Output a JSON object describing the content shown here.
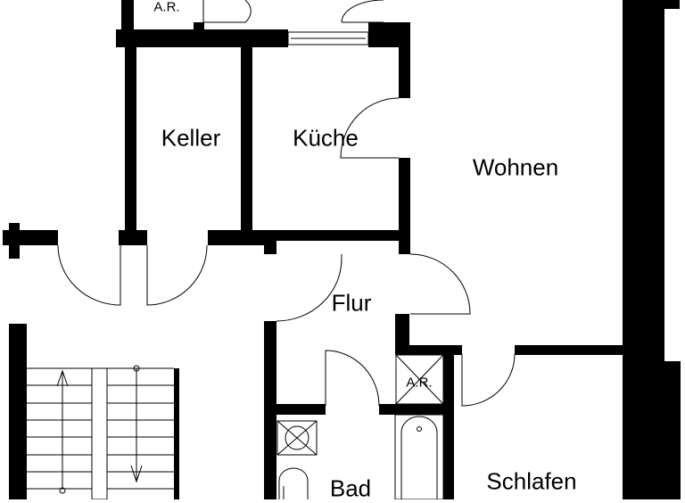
{
  "plan": {
    "rooms": {
      "ar_top": "A.R.",
      "keller": "Keller",
      "kueche": "Küche",
      "wohnen": "Wohnen",
      "flur": "Flur",
      "ar_mid": "A.R.",
      "bad": "Bad",
      "schlafen": "Schlafen"
    },
    "colors": {
      "wall": "#000000",
      "background": "#ffffff"
    }
  }
}
